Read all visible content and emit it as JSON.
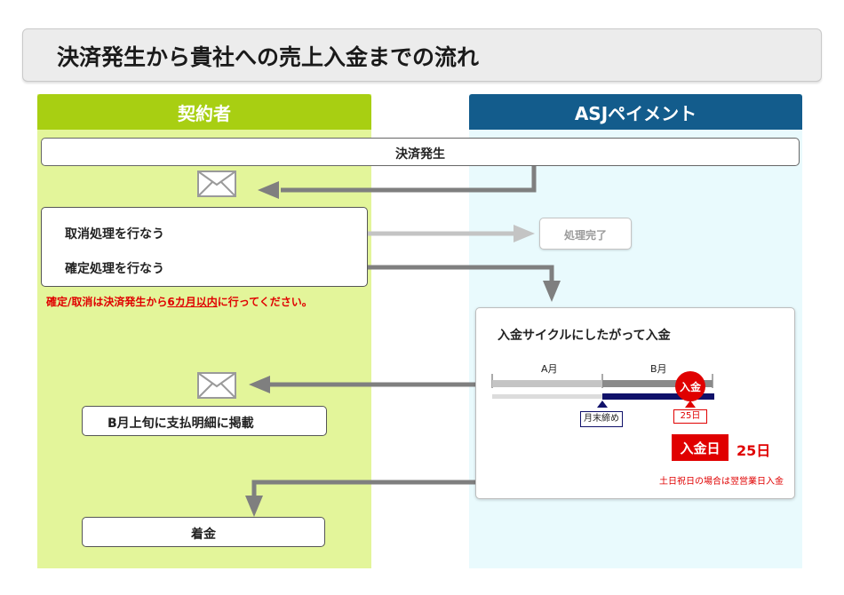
{
  "title": "決済発生から貴社への売上入金までの流れ",
  "lanes": {
    "left": "契約者",
    "right": "ASJペイメント"
  },
  "steps": {
    "occur": "決済発生",
    "cancel": "取消処理を行なう",
    "confirm": "確定処理を行なう",
    "done": "処理完了",
    "statement": "B月上旬に支払明細に掲載",
    "arrival": "着金"
  },
  "note": {
    "prefix": "確定/取消は決済発生から",
    "highlight": "6カ月以内",
    "suffix": "に行ってください。"
  },
  "cycle": {
    "title": "入金サイクルにしたがって入金",
    "month_a": "A月",
    "month_b": "B月",
    "badge": "入金",
    "day_tag": "25日",
    "cutoff": "月末締め",
    "payday_label": "入金日",
    "payday_value": "25日",
    "holiday_note": "土日祝日の場合は翌営業日入金"
  },
  "icons": {
    "mail1": "envelope-icon",
    "mail2": "envelope-icon"
  },
  "colors": {
    "left_lane_header": "#a8cf12",
    "left_lane_bg": "#e3f59a",
    "right_lane_header": "#135c8c",
    "right_lane_bg": "#e9fafd",
    "arrow_dark": "#7f7f7f",
    "arrow_light": "#c4c4c4",
    "accent_red": "#e00000",
    "timeline_navy": "#10116a"
  }
}
